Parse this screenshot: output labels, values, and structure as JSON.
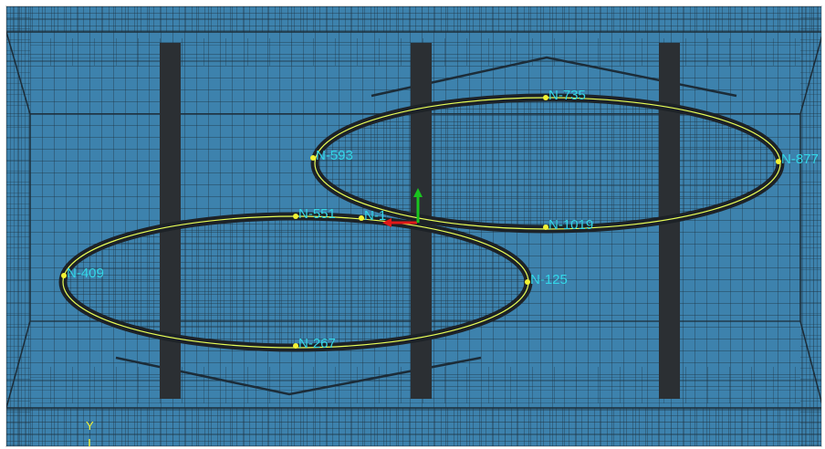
{
  "viewport": {
    "background_color": "#3d82ad",
    "mesh_line_color": "#1c2c38",
    "column_color": "#2b2f33",
    "ring_line_color": "#e9ff57",
    "label_color": "#33d7e8",
    "node_marker_color": "#f2f233"
  },
  "nodes": [
    {
      "id": "n735",
      "label": "N-735"
    },
    {
      "id": "n593",
      "label": "N-593"
    },
    {
      "id": "n877",
      "label": "N-877"
    },
    {
      "id": "n551",
      "label": "N-551"
    },
    {
      "id": "n1",
      "label": "N-1"
    },
    {
      "id": "n1019",
      "label": "N-1019"
    },
    {
      "id": "n409",
      "label": "N-409"
    },
    {
      "id": "n125",
      "label": "N-125"
    },
    {
      "id": "n267",
      "label": "N-267"
    }
  ],
  "triad": {
    "x_color": "#e01818",
    "y_color": "#19c41f"
  },
  "global_axis": {
    "label": "Y",
    "color": "#f2f233"
  }
}
